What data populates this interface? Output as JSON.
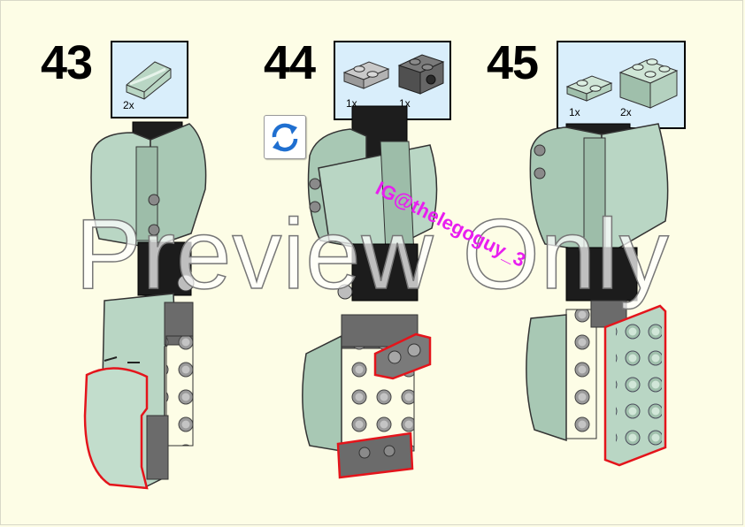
{
  "steps": [
    {
      "number": "43",
      "parts": [
        {
          "qty": "2x",
          "part": "light-aqua-curved-slope-2x2"
        }
      ]
    },
    {
      "number": "44",
      "rotate_icon": "rotate-arrows-icon",
      "parts": [
        {
          "qty": "1x",
          "part": "light-grey-plate-1x2"
        },
        {
          "qty": "1x",
          "part": "dark-grey-technic-brick-1x2"
        }
      ]
    },
    {
      "number": "45",
      "parts": [
        {
          "qty": "1x",
          "part": "light-aqua-plate-1x2"
        },
        {
          "qty": "2x",
          "part": "light-aqua-brick-2x2"
        }
      ]
    }
  ],
  "watermark": "Preview Only",
  "credit": "IG@thelegoguy_3",
  "colors": {
    "background": "#fdfde6",
    "callout_fill": "#d9eefb",
    "sand_green": "#b9d6c4",
    "dark_grey": "#6b6b6b",
    "light_grey": "#a7a7a7",
    "highlight_outline": "#e4141b",
    "credit": "#e81ef0"
  }
}
